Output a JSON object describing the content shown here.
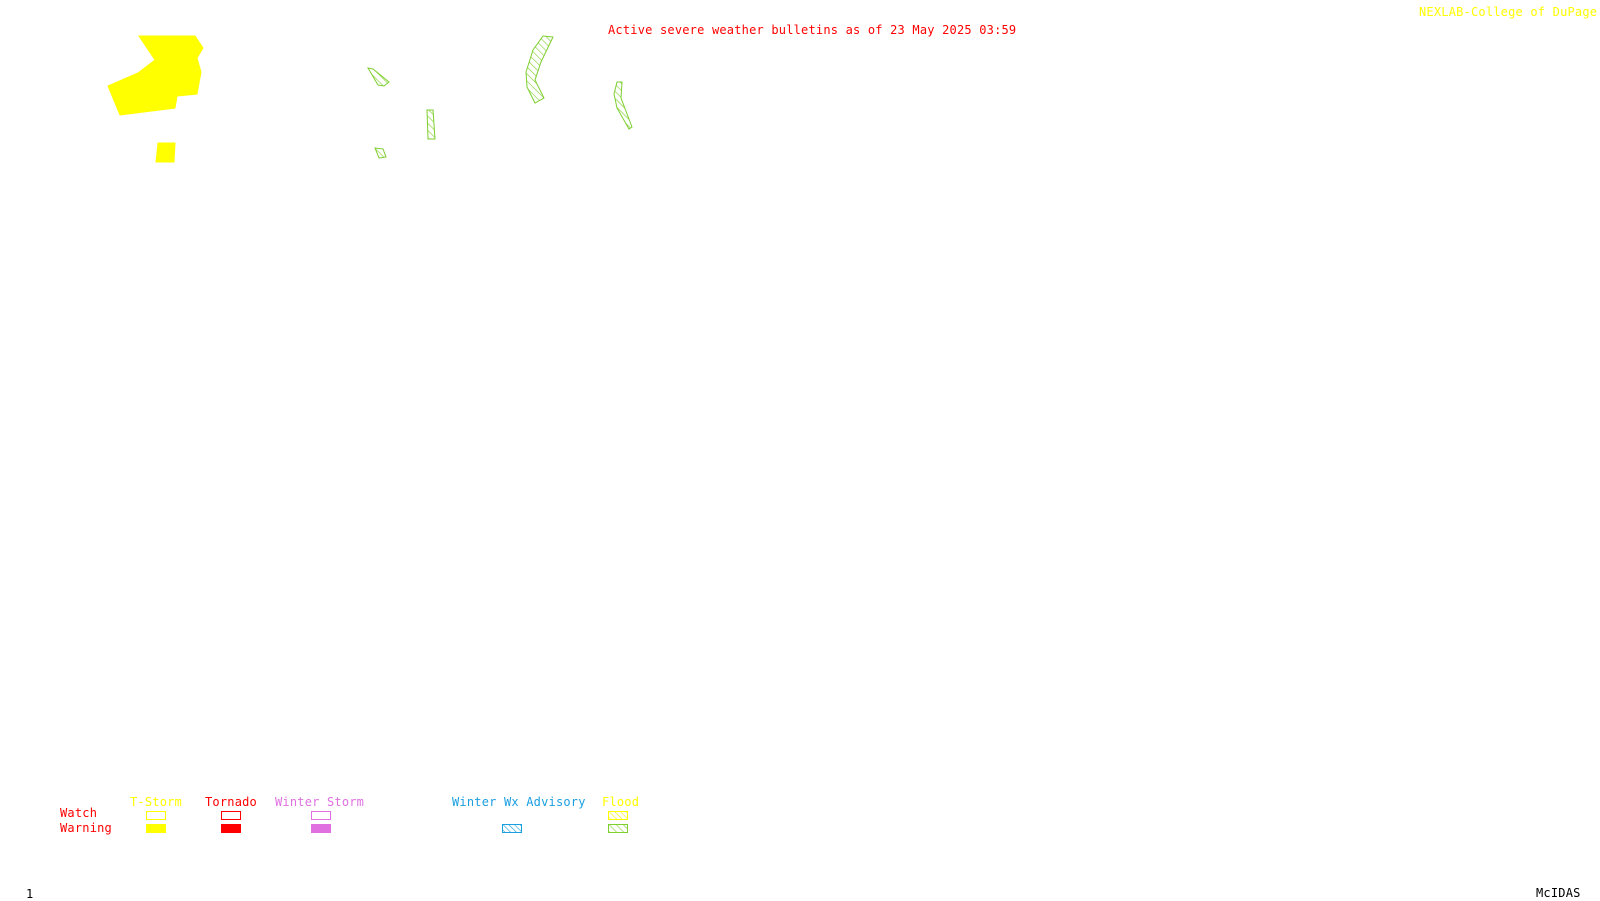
{
  "header": {
    "title": "Active severe weather bulletins as of 23 May 2025 03:59",
    "credit": "NEXLAB-College of DuPage R"
  },
  "colors": {
    "background": "#ffffff",
    "title": "#ff0000",
    "credit": "#ffff00",
    "tstorm": "#ffff00",
    "tornado": "#ff0000",
    "winter_storm": "#e070e0",
    "winter_wx_advisory": "#1a9fe0",
    "flood": "#7fcf2f"
  },
  "legend": {
    "row_labels": {
      "watch": "Watch",
      "warning": "Warning"
    },
    "categories": [
      {
        "key": "tstorm",
        "label": "T-Storm",
        "watch": "outline",
        "warning": "filled"
      },
      {
        "key": "tornado",
        "label": "Tornado",
        "watch": "outline",
        "warning": "filled"
      },
      {
        "key": "winter_storm",
        "label": "Winter Storm",
        "watch": "outline",
        "warning": "filled"
      },
      {
        "key": "winter_wx_advisory",
        "label": "Winter Wx Advisory",
        "watch": "none",
        "warning": "hatched"
      },
      {
        "key": "flood",
        "label": "Flood",
        "watch": "hatched",
        "warning": "hatched"
      }
    ]
  },
  "map": {
    "active_bulletins": [
      {
        "type": "T-Storm Warning",
        "style": "filled",
        "color": "#ffff00"
      },
      {
        "type": "T-Storm Warning",
        "style": "filled",
        "color": "#ffff00"
      },
      {
        "type": "Flood Warning",
        "style": "hatched",
        "color": "#7fcf2f"
      },
      {
        "type": "Flood Warning",
        "style": "hatched",
        "color": "#7fcf2f"
      },
      {
        "type": "Flood Warning",
        "style": "hatched",
        "color": "#7fcf2f"
      },
      {
        "type": "Flood Warning",
        "style": "hatched",
        "color": "#7fcf2f"
      },
      {
        "type": "Flood Warning",
        "style": "hatched",
        "color": "#7fcf2f"
      }
    ]
  },
  "footer": {
    "frame_number": "1",
    "software": "McIDAS"
  }
}
